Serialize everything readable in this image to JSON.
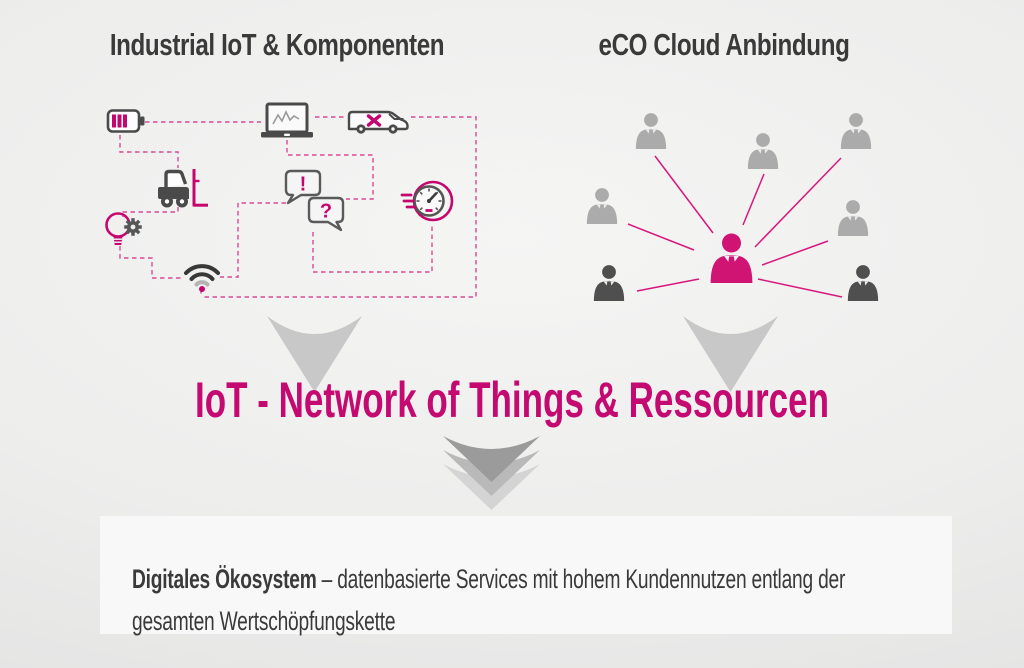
{
  "headings": {
    "left": "Industrial IoT & Komponenten",
    "right": "eCO Cloud Anbindung"
  },
  "main_title": "IoT - Network of Things & Ressourcen",
  "bottom_box": {
    "lead_bold": "Digitales Ökosystem",
    "rest": "– datenbasierte Services mit hohem Kundennutzen entlang der gesamten Wertschöpfungskette"
  },
  "bubble_labels": {
    "exclamation": "!",
    "question": "?"
  },
  "left_cluster_icons": [
    "battery-icon",
    "laptop-chart-icon",
    "service-van-icon",
    "forklift-icon",
    "alert-speech-bubble-icon",
    "question-speech-bubble-icon",
    "speedometer-icon",
    "lightbulb-gear-icon",
    "wifi-icon"
  ],
  "right_cluster": {
    "satellite_people": 7,
    "center_person": 1
  },
  "colors": {
    "accent_magenta": "#c6066f",
    "title_magenta": "#c40971",
    "connector_pink": "#d94a95",
    "dark_gray": "#4a4a4a",
    "light_person_gray": "#ababab",
    "dark_person_gray": "#4f4f4f",
    "arrow_gray": "#c8c8c8",
    "box_bg": "#f8f8f8"
  }
}
